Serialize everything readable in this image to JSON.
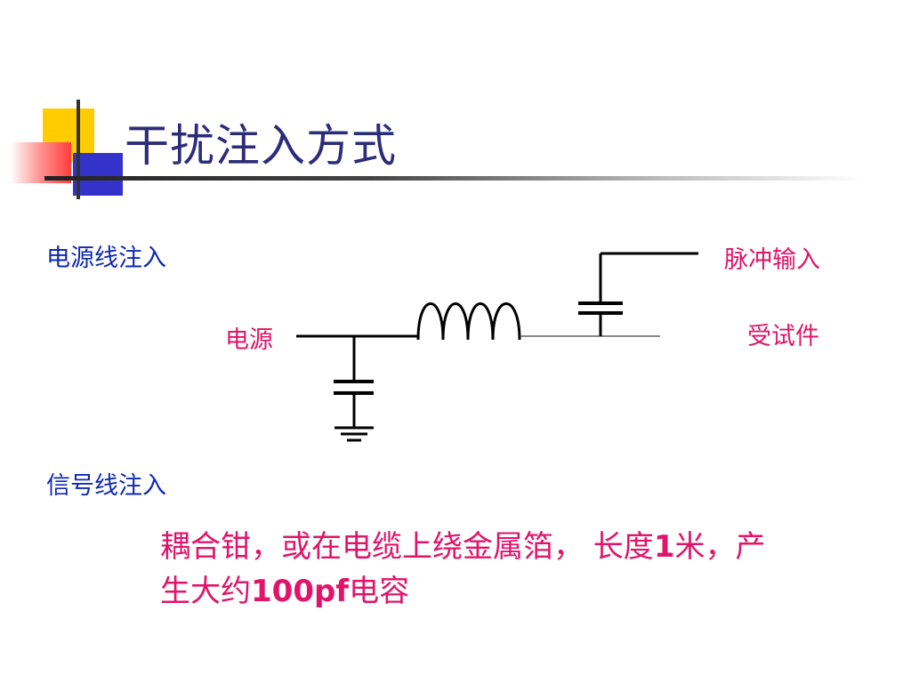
{
  "slide": {
    "title": "干扰注入方式",
    "power_line_injection": "电源线注入",
    "signal_line_injection": "信号线注入",
    "note": "耦合钳，或在电缆上绕金属箔， 长度1米，产生大约100pf电容"
  },
  "diagram": {
    "power_label": "电源",
    "pulse_input_label": "脉冲输入",
    "dut_label": "受试件"
  },
  "colors": {
    "title": "#2b2d7a",
    "blue_text": "#0f2ab0",
    "pink_text": "#e0146a",
    "logo_yellow": "#ffcc00",
    "logo_blue": "#3333cc",
    "logo_red": "#ff3b3b"
  }
}
